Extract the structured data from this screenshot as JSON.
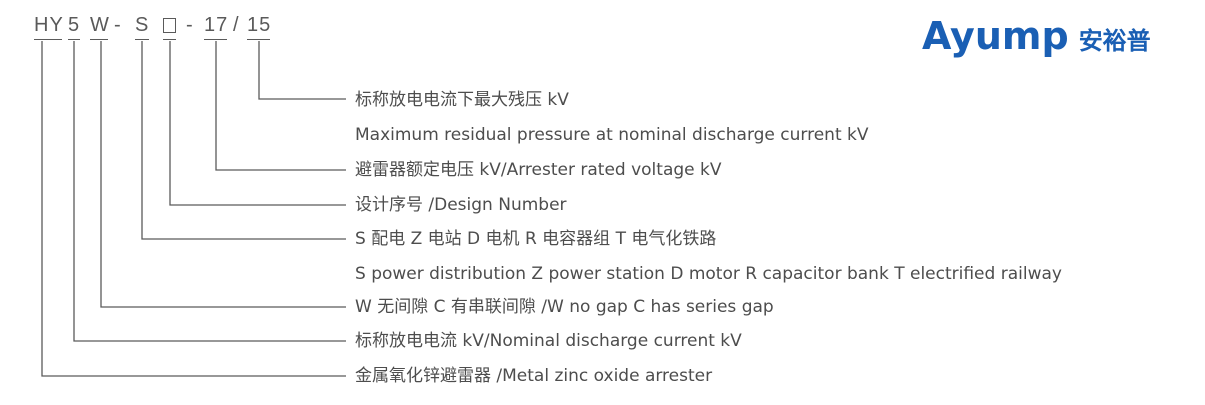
{
  "brand": {
    "logo_text": "Ayump",
    "logo_cn": "安裕普",
    "color": "#1a5fb4"
  },
  "code": {
    "segments": [
      "HY",
      "5",
      "W",
      "-",
      "S",
      "□",
      "-",
      "17",
      "/",
      "15"
    ]
  },
  "legend": [
    {
      "text": "标称放电电流下最大残压 kV"
    },
    {
      "text": "Maximum residual pressure at nominal discharge current kV"
    },
    {
      "text": "避雷器额定电压 kV/Arrester rated voltage kV"
    },
    {
      "text": "设计序号 /Design Number"
    },
    {
      "text": "S 配电 Z 电站 D 电机 R 电容器组 T 电气化铁路"
    },
    {
      "text": "S power distribution Z power station D motor R capacitor bank T electrified railway"
    },
    {
      "text": "W 无间隙 C 有串联间隙 /W no gap C has series gap"
    },
    {
      "text": "标称放电电流 kV/Nominal discharge current kV"
    },
    {
      "text": "金属氧化锌避雷器 /Metal zinc oxide arrester"
    }
  ],
  "colors": {
    "line": "#5a5a5a",
    "text": "#4d4d4d"
  }
}
